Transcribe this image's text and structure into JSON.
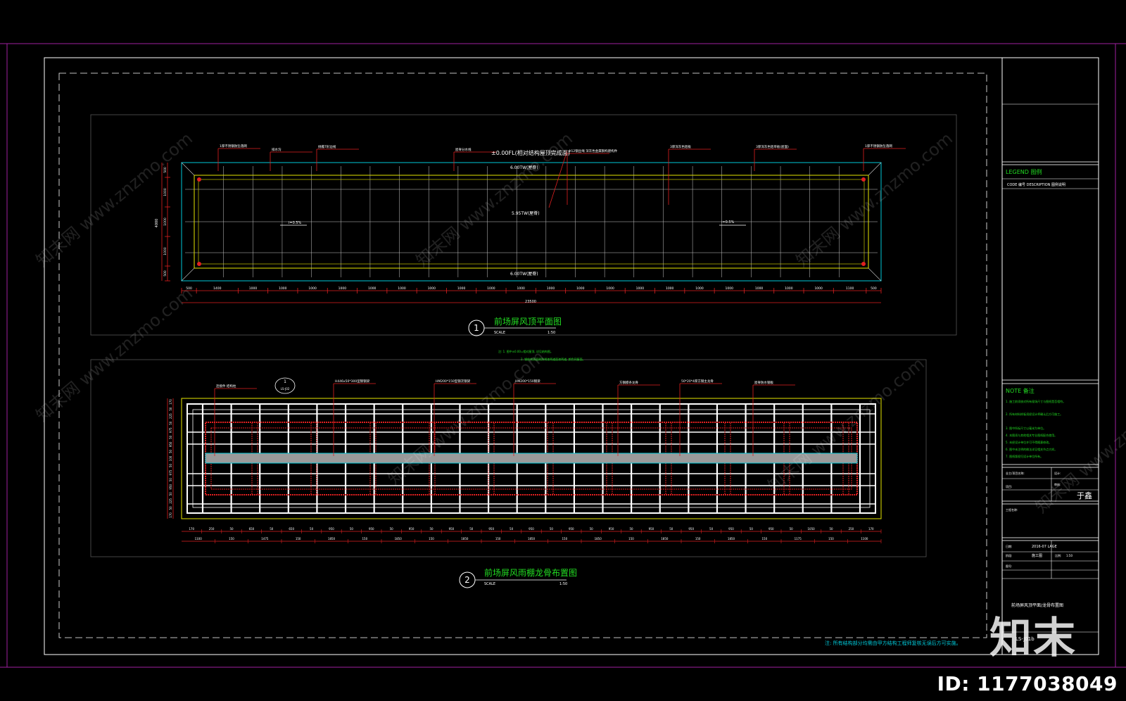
{
  "colors": {
    "background": "#000000",
    "frame_outer": "#a020a0",
    "frame": "#ffffff",
    "grid": "#c8c8c8",
    "cyan": "#00c8d8",
    "yellow": "#e6e600",
    "red": "#e02020",
    "green": "#22dd22",
    "steel": "#9a9a9a",
    "white_text": "#ffffff"
  },
  "plan1": {
    "title": "前场屏风顶平面图",
    "number": "1",
    "scale_label": "SCALE",
    "scale_value": "1:50",
    "level_main": "±0.00FL(相对结构屋顶完成面)",
    "level_top": "6.00TW(屋脊)",
    "level_mid": "5.95TW(屋脊)",
    "level_bottom": "6.00TW(屋脊)",
    "slope_left": "i=0.5%",
    "slope_right": "i=0.5%",
    "callouts": [
      "1厚不锈钢防坠落网",
      "排水沟",
      "挑檐T形边线",
      "屋脊分水线",
      "Φ12钢丝绳 深灰色金属钢构建构件",
      "3厚深灰色铝板",
      "3厚深灰色铝单板(屋面)",
      "1厚不锈钢防坠落网"
    ],
    "dims_h": [
      "500",
      "1400",
      "1000",
      "1000",
      "1000",
      "1000",
      "1000",
      "1000",
      "1000",
      "1000",
      "1000",
      "1000",
      "1000",
      "1000",
      "1000",
      "1000",
      "1000",
      "1000",
      "1000",
      "1000",
      "1000",
      "1000",
      "1100",
      "500"
    ],
    "dim_total": "23500",
    "dims_v": [
      "500",
      "1000",
      "1000",
      "1000",
      "500"
    ],
    "dim_v_total": "4000"
  },
  "notes_mid": [
    "注: 1. 图中±0.00=相对屋顶, 详见结构图。",
    "2. 钢结构表面刷防锈漆两道面漆两道, 颜色同屋面。"
  ],
  "plan2": {
    "title": "前场屏风雨棚龙骨布置图",
    "number": "2",
    "scale_label": "SCALE",
    "scale_value": "1:50",
    "callouts": [
      "连接件 结构柱",
      "H446x50*300型钢钢梁",
      "HM200*150型钢次钢梁",
      "HM200*150钢梁",
      "方钢檩条龙骨",
      "50*20*4厚方钢主龙骨",
      "屋脊防水钢板"
    ],
    "detail_ref": "1",
    "detail_sheet": "LS-J02",
    "dims_top": [
      "170",
      "250",
      "50",
      "650",
      "50",
      "650",
      "50",
      "950",
      "50",
      "950",
      "50",
      "950",
      "50",
      "950",
      "50",
      "950",
      "50",
      "950",
      "50",
      "950",
      "50",
      "950",
      "50",
      "950",
      "50",
      "950",
      "50",
      "950",
      "50",
      "950",
      "50",
      "1050",
      "50",
      "250",
      "170"
    ],
    "dims_bottom": [
      "1100",
      "150",
      "1475",
      "150",
      "1850",
      "150",
      "1850",
      "150",
      "1850",
      "150",
      "1850",
      "150",
      "1850",
      "150",
      "1850",
      "150",
      "1850",
      "150",
      "1175",
      "150",
      "1100"
    ],
    "dims_v": [
      "170",
      "50",
      "225",
      "50",
      "975",
      "50",
      "950",
      "50",
      "100",
      "50",
      "975",
      "50",
      "950",
      "50",
      "225",
      "50",
      "170"
    ]
  },
  "footer_note": "注: 所有结构部分均需由甲方结构工程师复核无误后方可实施。",
  "title_block": {
    "legend": "LEGEND 图例",
    "legend_cols": "CODE 编号   DESCRIPTION 图例说明",
    "note_title": "NOTE 备注",
    "notes": [
      "1. 施工前须核对所有现场尺寸与图纸是否相符。",
      "2. 所有材料样板须经设计师确认后方可施工。",
      "3. 图中所标尺寸以毫米为单位。",
      "4. 本图须与其他相关专业图纸配合使用。",
      "5. 未经设计单位许可不得随意修改。",
      "6. 图中未注明的做法详见相关节点大样。",
      "7. 图纸版权归设计单位所有。"
    ],
    "owner_label": "业主/项目名称:",
    "project_label": "项目:",
    "design_label": "设计:",
    "check_label": "审核:",
    "signature": "于鑫",
    "stage_label": "工程名称:",
    "date_label": "日期:",
    "date_value": "2016-07 LAGE",
    "phase_label": "阶段:",
    "phase_value": "施工图",
    "scale_label": "比例:",
    "scale_value": "1:50",
    "drawing_no_label": "图号:",
    "sheet_title": "前场屏风顶平面/龙骨布置图",
    "sheet_code": "LS-J01b"
  },
  "watermark": "知末网 www.znzmo.com",
  "logo_text": "知末",
  "image_id": "ID: 1177038049"
}
